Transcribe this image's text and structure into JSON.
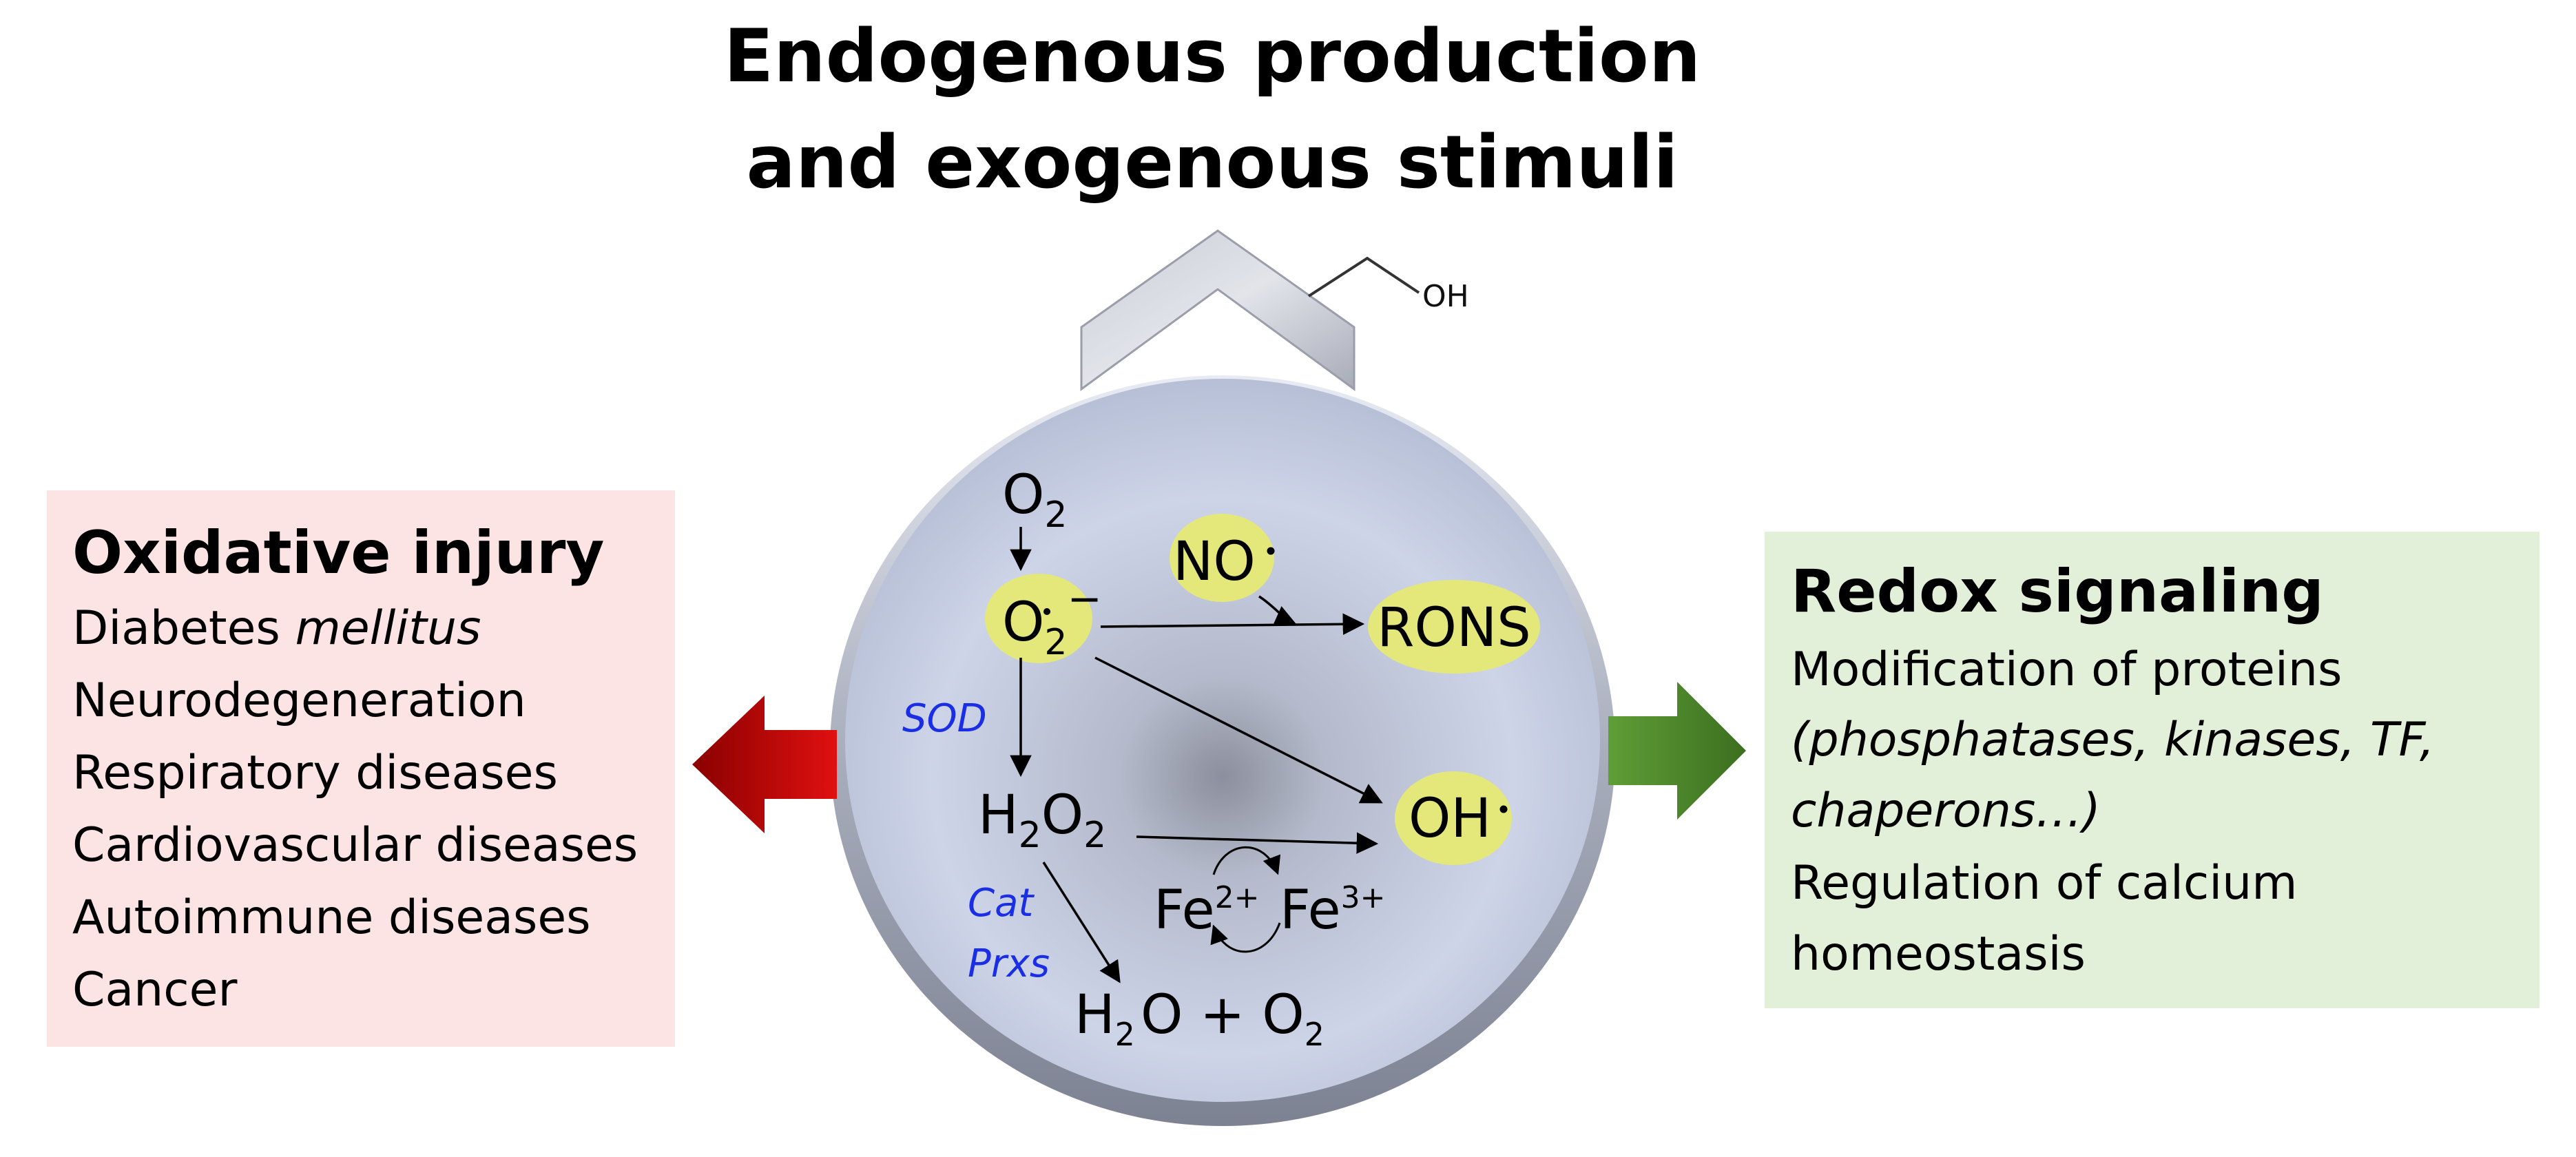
{
  "colors": {
    "injury_box": "#fde4e4",
    "signal_box": "#e2efd9",
    "red_arrow": "#c00000",
    "green_arrow": "#4e8a2c",
    "highlight": "#e4e87a",
    "enzyme_text": "#1a2ee6",
    "cell": "#c8d0e6"
  },
  "title": {
    "line1": "Endogenous production",
    "line2": "and exogenous stimuli"
  },
  "ethanol_label": "OH",
  "injury": {
    "heading": "Oxidative injury",
    "diabetes_prefix": "Diabetes ",
    "diabetes_italic": "mellitus",
    "items": [
      "Neurodegeneration",
      "Respiratory diseases",
      "Cardiovascular diseases",
      "Autoimmune diseases",
      "Cancer"
    ]
  },
  "signaling": {
    "heading": "Redox signaling",
    "line1": "Modification of proteins",
    "line2": "(phosphatases, kinases, TF,",
    "line3": "chaperons…)",
    "line4": "Regulation of calcium",
    "line5": "homeostasis"
  },
  "species": {
    "o2": "O",
    "o2_sub": "2",
    "superoxide": "O",
    "superoxide_sub": "2",
    "superoxide_sup": "−",
    "no": "NO",
    "rons": "RONS",
    "h2o2_h": "H",
    "h2o2_sub1": "2",
    "h2o2_o": "O",
    "h2o2_sub2": "2",
    "oh": "OH",
    "fe2": "Fe",
    "fe2_sup": "2+",
    "fe3": "Fe",
    "fe3_sup": "3+",
    "water_h": "H",
    "water_sub": "2",
    "water_rest": "O + O",
    "water_sub2": "2"
  },
  "enzymes": {
    "sod": "SOD",
    "cat": "Cat",
    "prxs": "Prxs"
  }
}
